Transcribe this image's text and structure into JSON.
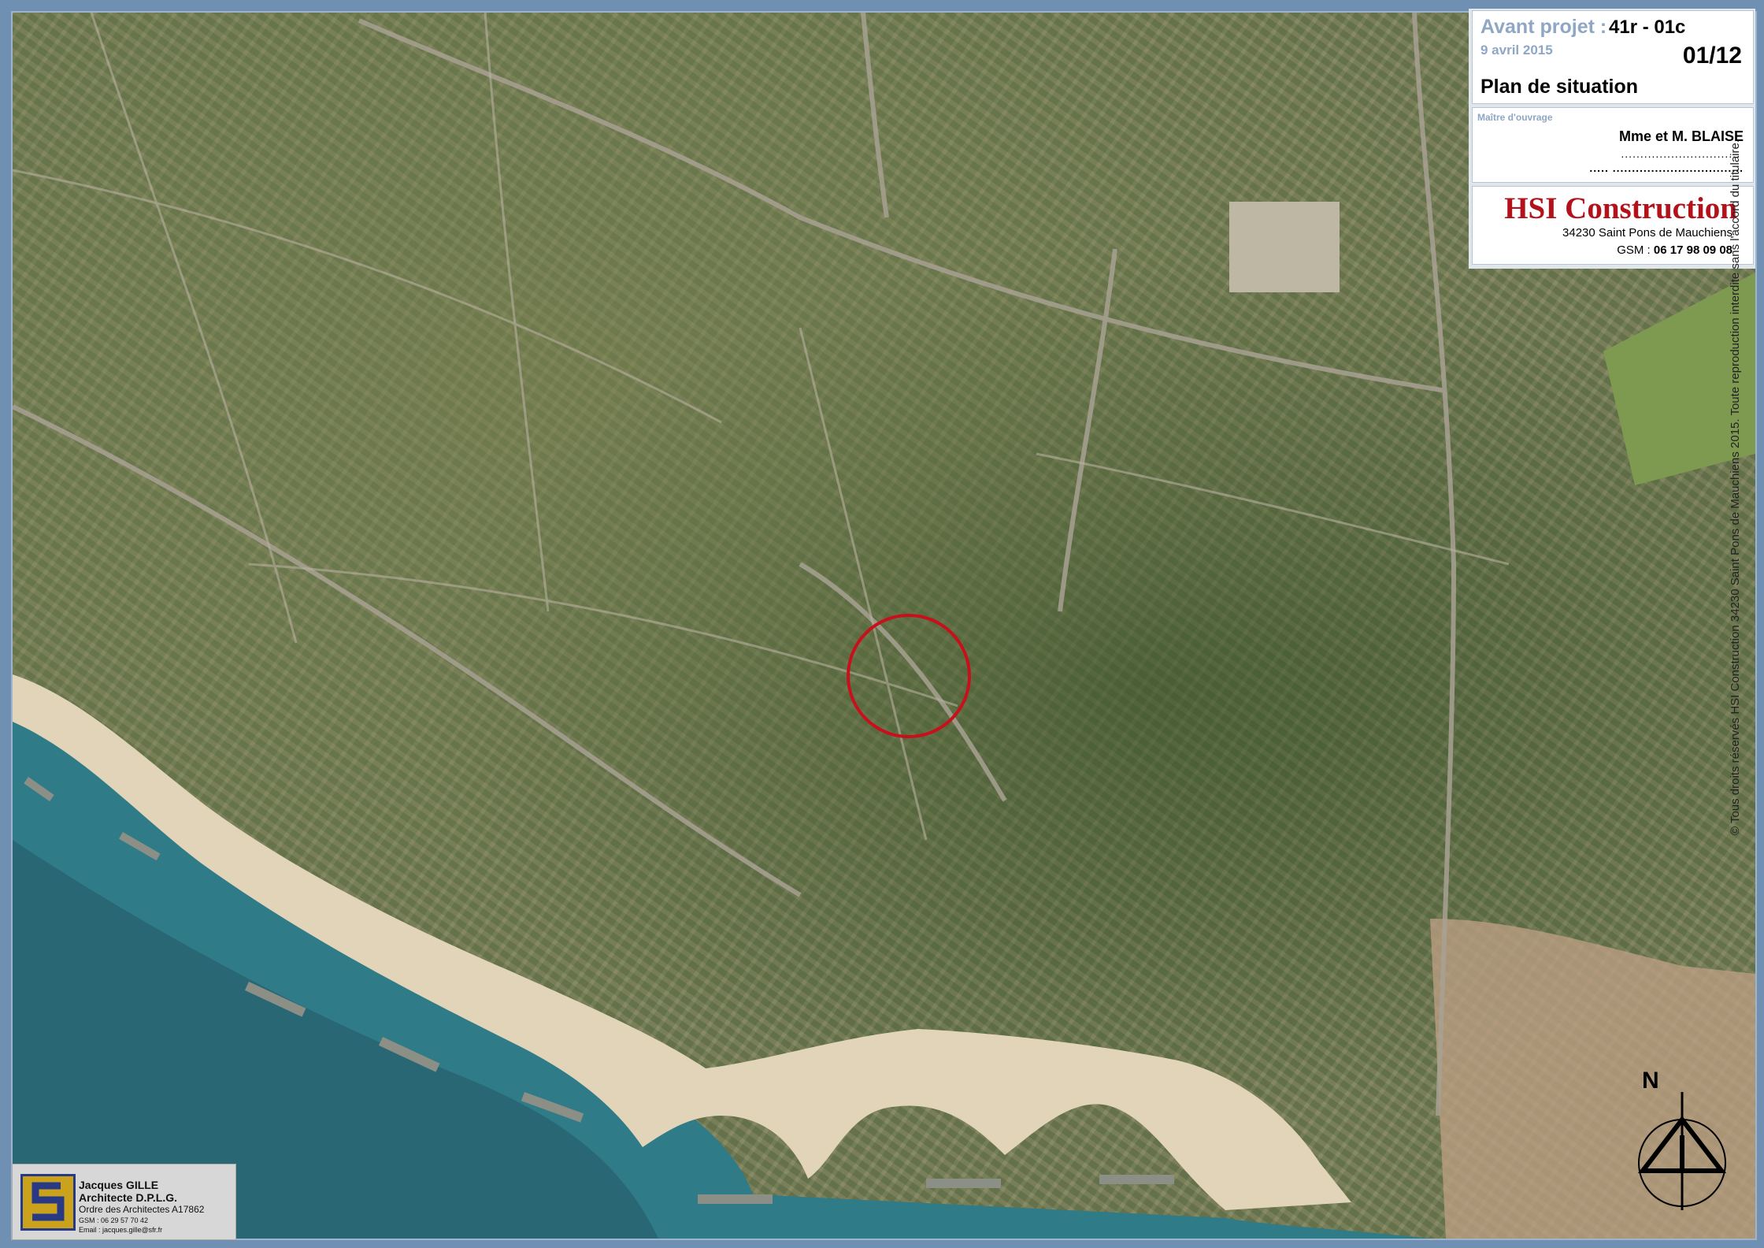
{
  "title_block": {
    "avant_label": "Avant projet :",
    "project_code": "41r - 01c",
    "date": "9 avril 2015",
    "page": "01/12",
    "sheet_title": "Plan de situation",
    "maitre_label": "Maître d'ouvrage",
    "client": "Mme et M. BLAISE",
    "dots_line1": "...............................",
    "dots_line2": "..... .................................."
  },
  "company": {
    "name": "HSI Construction",
    "address": "34230 Saint Pons de Mauchiens",
    "gsm_label": "GSM :",
    "gsm_number": "06 17 98 09 08"
  },
  "copyright": "© Tous droits réservés HSI Construction 34230 Saint Pons de Mauchiens 2015. Toute reproduction interdite sans l'accord du titulaire.",
  "architect": {
    "name": "Jacques GILLE",
    "title": "Architecte D.P.L.G.",
    "order": "Ordre des Architectes A17862",
    "gsm": "GSM : 06 29 57 70 42",
    "email": "Email : jacques.gille@sfr.fr"
  },
  "compass": {
    "north_label": "N"
  },
  "map": {
    "marker_color": "#c8101c",
    "sea_color": "#2e7a86",
    "beach_color": "#e4d7bd"
  }
}
